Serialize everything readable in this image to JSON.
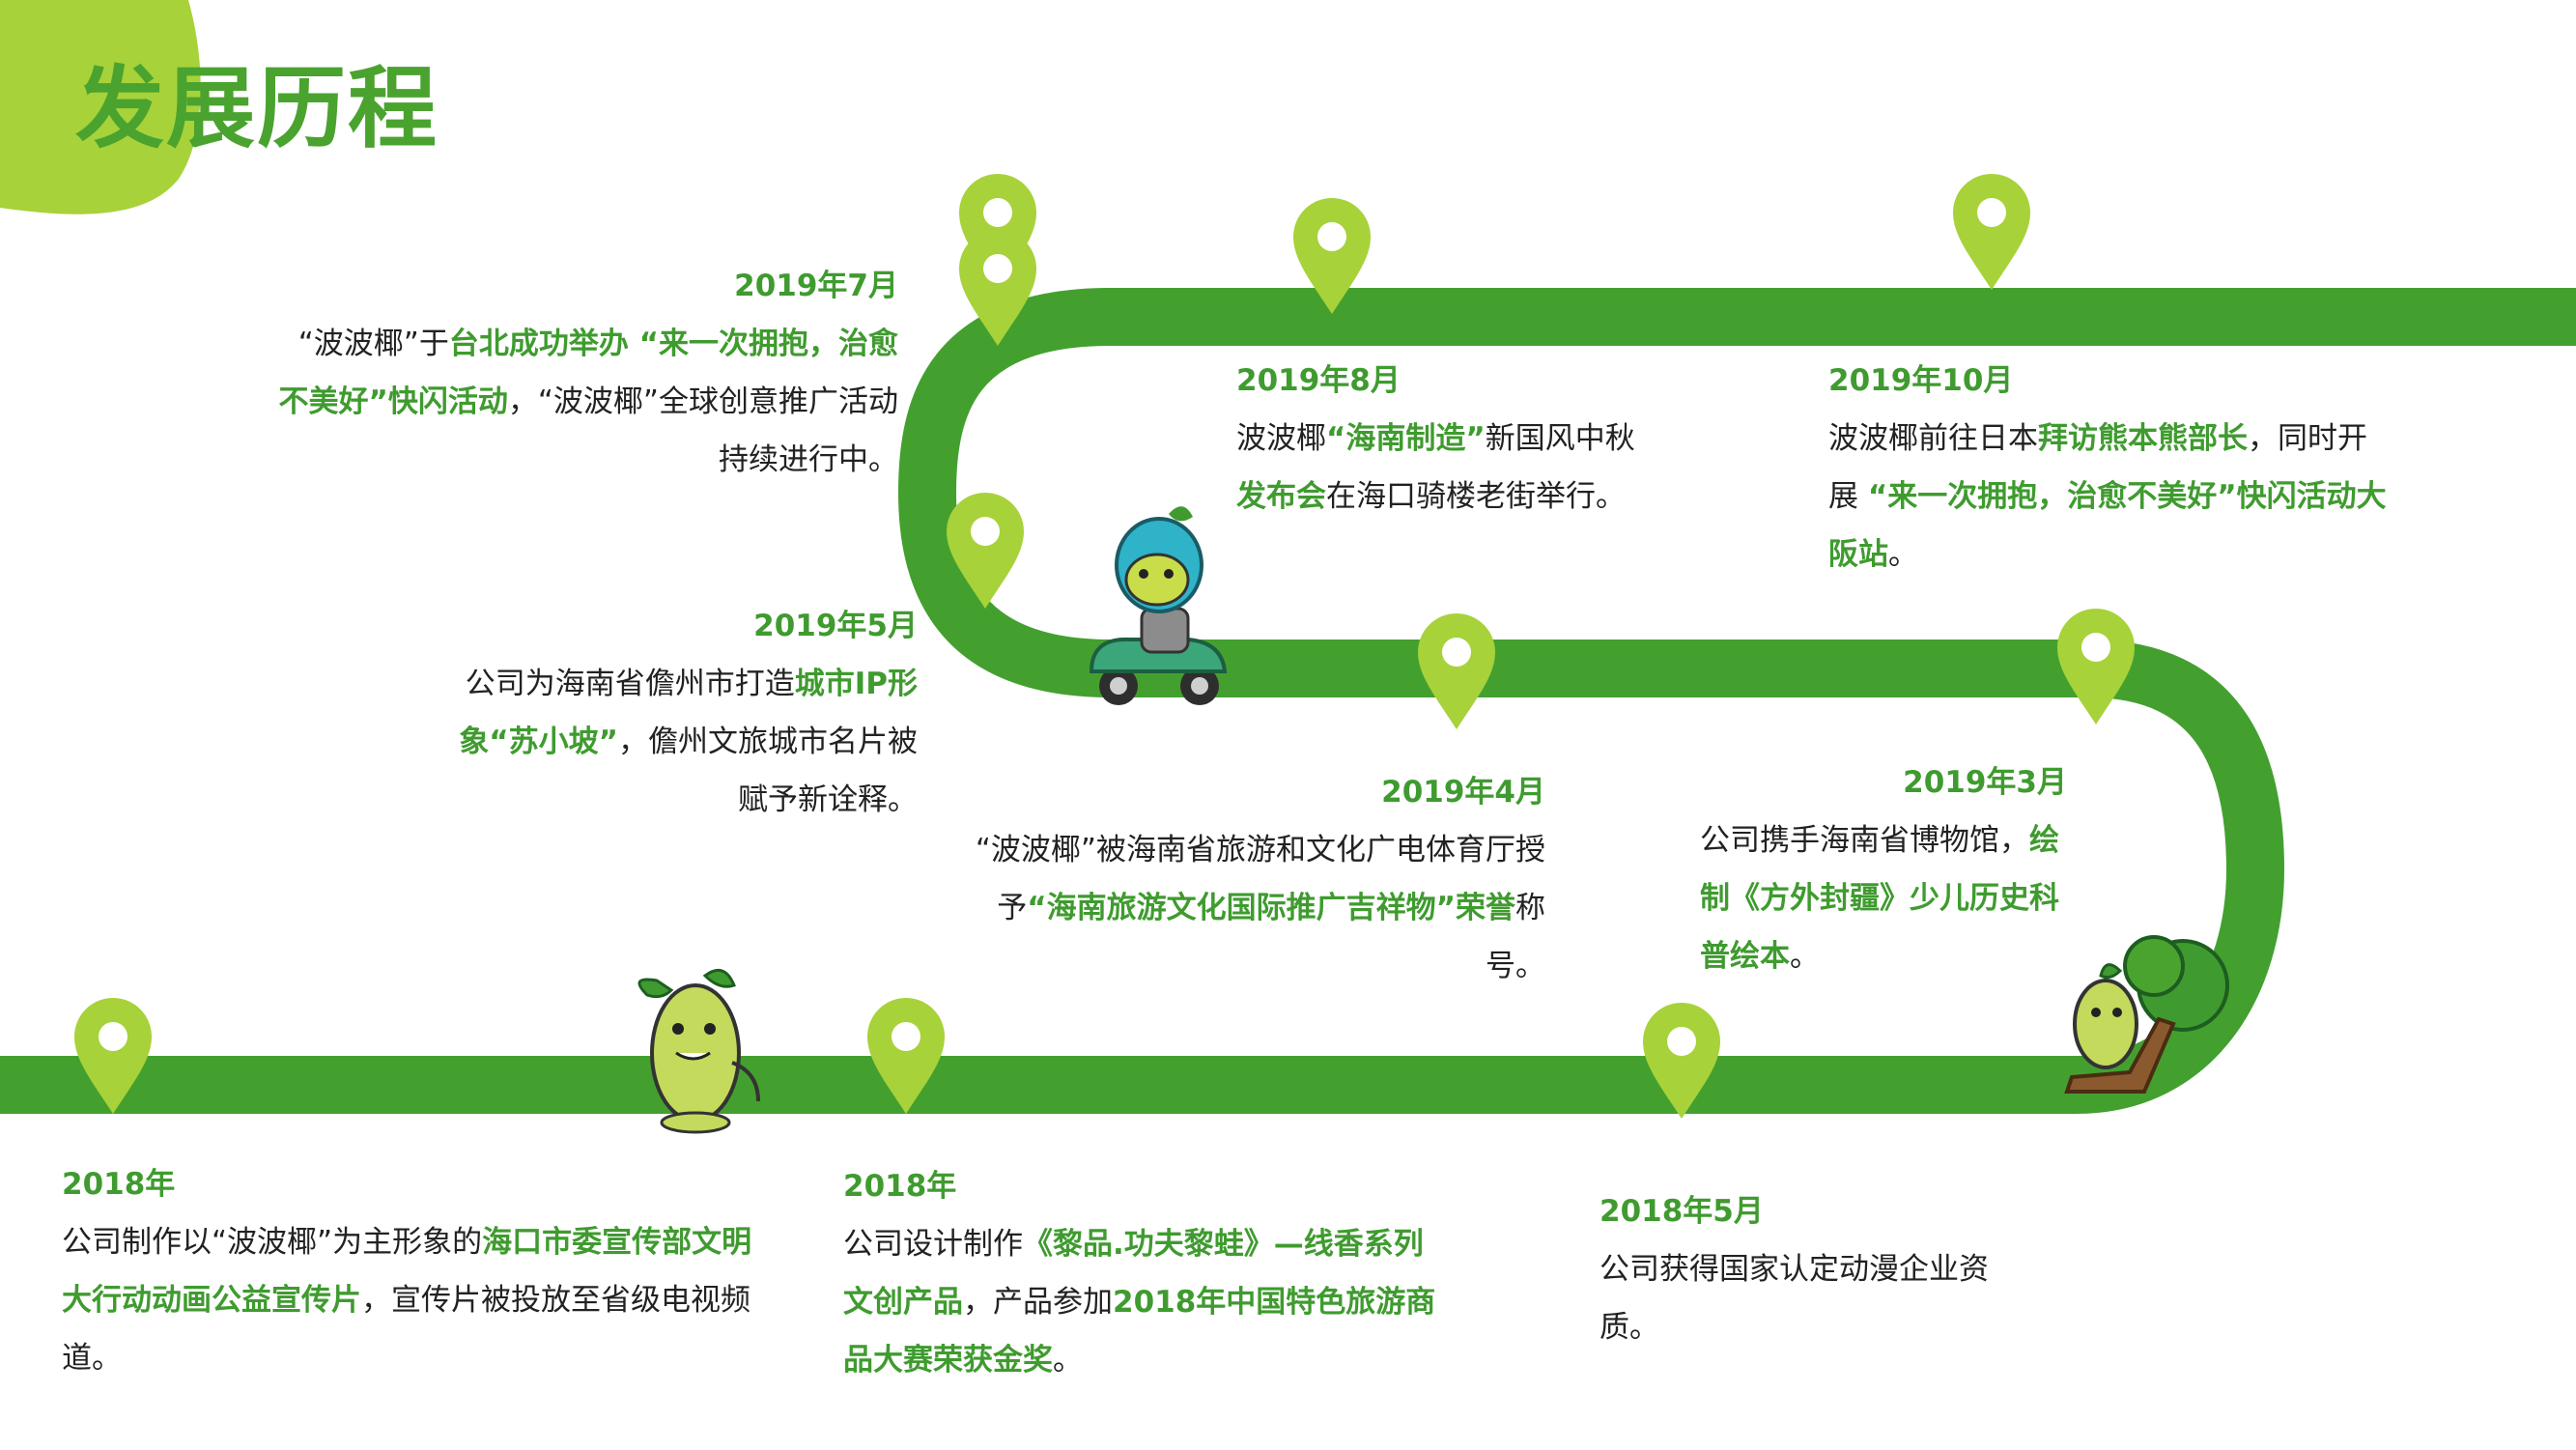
{
  "page": {
    "title": "发展历程",
    "colors": {
      "track": "#43a02f",
      "accent": "#a7d23a",
      "pin": "#a7d23a",
      "title": "#4aa32f",
      "highlight": "#3f9b2f"
    }
  },
  "timeline": [
    {
      "id": "2019-07",
      "date": "2019年7月",
      "segments": [
        {
          "text": "“波波椰”于",
          "hl": false
        },
        {
          "text": "台北成功举办 “来一次拥抱，治愈不美好”快闪活动",
          "hl": true
        },
        {
          "text": "，“波波椰”全球创意推广活动持续进行中。",
          "hl": false
        }
      ]
    },
    {
      "id": "2019-08",
      "date": "2019年8月",
      "segments": [
        {
          "text": "波波椰",
          "hl": false
        },
        {
          "text": "“海南制造”",
          "hl": true
        },
        {
          "text": "新国风中秋",
          "hl": false
        },
        {
          "text": "发布会",
          "hl": true
        },
        {
          "text": "在海口骑楼老街举行。",
          "hl": false
        }
      ]
    },
    {
      "id": "2019-10",
      "date": "2019年10月",
      "segments": [
        {
          "text": "波波椰前往日本",
          "hl": false
        },
        {
          "text": "拜访熊本熊部长",
          "hl": true
        },
        {
          "text": "，同时开展 ",
          "hl": false
        },
        {
          "text": "“来一次拥抱，治愈不美好”快闪活动大阪站",
          "hl": true
        },
        {
          "text": "。",
          "hl": false
        }
      ]
    },
    {
      "id": "2019-05",
      "date": "2019年5月",
      "segments": [
        {
          "text": "公司为海南省儋州市打造",
          "hl": false
        },
        {
          "text": "城市IP形象“苏小坡”",
          "hl": true
        },
        {
          "text": "，儋州文旅城市名片被赋予新诠释。",
          "hl": false
        }
      ]
    },
    {
      "id": "2019-04",
      "date": "2019年4月",
      "segments": [
        {
          "text": "“波波椰”被海南省旅游和文化广电体育厅授予",
          "hl": false
        },
        {
          "text": "“海南旅游文化国际推广吉祥物”荣誉",
          "hl": true
        },
        {
          "text": "称号。",
          "hl": false
        }
      ]
    },
    {
      "id": "2019-03",
      "date": "2019年3月",
      "segments": [
        {
          "text": "公司携手海南省博物馆，",
          "hl": false
        },
        {
          "text": "绘制《方外封疆》少儿历史科普绘本",
          "hl": true
        },
        {
          "text": "。",
          "hl": false
        }
      ]
    },
    {
      "id": "2018-a",
      "date": "2018年",
      "segments": [
        {
          "text": "公司制作以“波波椰”为主形象的",
          "hl": false
        },
        {
          "text": "海口市委宣传部文明大行动动画公益宣传片",
          "hl": true
        },
        {
          "text": "，宣传片被投放至省级电视频道。",
          "hl": false
        }
      ]
    },
    {
      "id": "2018-b",
      "date": "2018年",
      "segments": [
        {
          "text": "公司设计制作",
          "hl": false
        },
        {
          "text": "《黎品.功夫黎蛙》—线香系列文创产品",
          "hl": true
        },
        {
          "text": "，产品参加",
          "hl": false
        },
        {
          "text": "2018年中国特色旅游商品大赛荣获金奖",
          "hl": true
        },
        {
          "text": "。",
          "hl": false
        }
      ]
    },
    {
      "id": "2018-05",
      "date": "2018年5月",
      "segments": [
        {
          "text": "公司获得国家认定动漫企业资质。",
          "hl": false
        }
      ]
    }
  ]
}
